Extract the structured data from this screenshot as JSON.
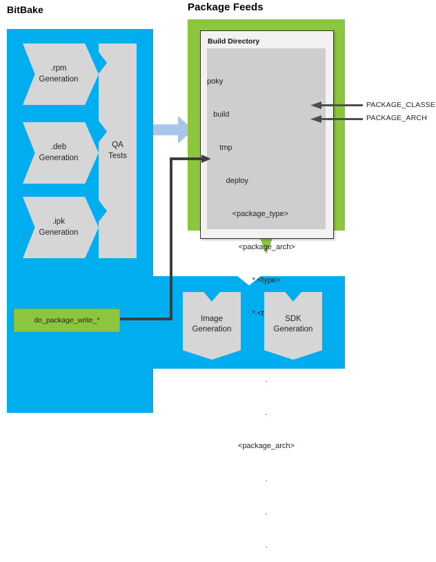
{
  "diagram": {
    "type": "flow-diagram",
    "title_bitbake": "BitBake",
    "title_package_feeds": "Package Feeds"
  },
  "colors": {
    "bitbake_blue": "#00AEEF",
    "feeds_green": "#8CC63F",
    "process_gray": "#D6D6D6",
    "tree_panel_gray": "#CECECE",
    "arrow_pale_blue": "#A7C6E8",
    "connector_dark": "#3D3D3D",
    "text_dark": "#231F20"
  },
  "bitbake": {
    "title": "BitBake",
    "generation_steps": [
      {
        "line1": ".rpm",
        "line2": "Generation"
      },
      {
        "line1": ".deb",
        "line2": "Generation"
      },
      {
        "line1": ".ipk",
        "line2": "Generation"
      }
    ],
    "qa": {
      "line1": "QA",
      "line2": "Tests"
    },
    "task": {
      "label": "do_package_write_*"
    },
    "outputs": [
      {
        "line1": "Image",
        "line2": "Generation"
      },
      {
        "line1": "SDK",
        "line2": "Generation"
      }
    ]
  },
  "package_feeds": {
    "title": "Package Feeds",
    "build_directory": {
      "heading": "Build Directory",
      "tree": [
        {
          "text": "poky",
          "indent": 0,
          "align": "left"
        },
        {
          "text": "build",
          "indent": 1,
          "align": "left"
        },
        {
          "text": "tmp",
          "indent": 2,
          "align": "left"
        },
        {
          "text": "deploy",
          "indent": 3,
          "align": "left"
        },
        {
          "text": "<package_type>",
          "indent": 4,
          "align": "left"
        },
        {
          "text": "<package_arch>",
          "indent": 5,
          "align": "left"
        },
        {
          "text": "*.<type>",
          "indent": 0,
          "align": "center"
        },
        {
          "text": "*.<type>",
          "indent": 0,
          "align": "center"
        },
        {
          "text": ".",
          "indent": 0,
          "align": "center"
        },
        {
          "text": ".",
          "indent": 0,
          "align": "center"
        },
        {
          "text": ".",
          "indent": 0,
          "align": "center"
        },
        {
          "text": "<package_arch>",
          "indent": 0,
          "align": "center"
        },
        {
          "text": ".",
          "indent": 0,
          "align": "center"
        },
        {
          "text": ".",
          "indent": 0,
          "align": "center"
        },
        {
          "text": ".",
          "indent": 0,
          "align": "center"
        }
      ]
    }
  },
  "callouts": [
    {
      "label": "PACKAGE_CLASSES",
      "points_to": "<package_type>"
    },
    {
      "label": "PACKAGE_ARCH",
      "points_to": "<package_arch>"
    }
  ],
  "tree_lines": {
    "l0": "poky",
    "l1": "   build",
    "l2": "      tmp",
    "l3": "         deploy",
    "l4": "            <package_type>",
    "l5": "               <package_arch>",
    "l6": "*.<type>",
    "l7": "*.<type>",
    "l8": ".",
    "l9": ".",
    "l10": ".",
    "l11": "<package_arch>",
    "l12": ".",
    "l13": ".",
    "l14": "."
  }
}
